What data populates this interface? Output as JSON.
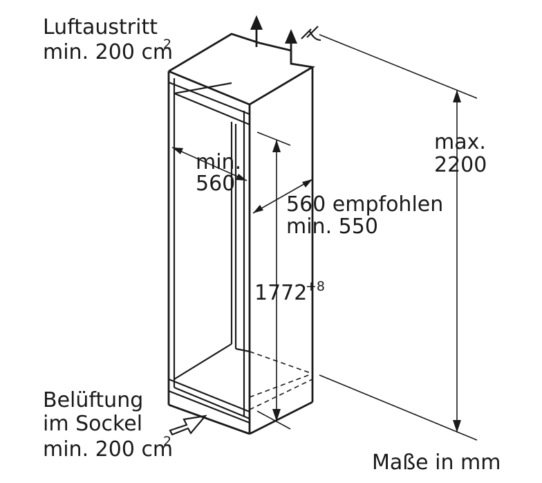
{
  "labels": {
    "air_outlet_line1": "Luftaustritt",
    "air_outlet_line2": "min. 200 cm",
    "air_outlet_exp": "2",
    "max_line1": "max.",
    "max_line2": "2200",
    "width_line1": "min.",
    "width_line2": "560",
    "depth_line1": "560 empfohlen",
    "depth_line2": "min. 550",
    "height_value": "1772",
    "height_tolerance": "+8",
    "ventilation_line1": "Belüftung",
    "ventilation_line2": "im Sockel",
    "ventilation_line3": "min. 200 cm",
    "ventilation_exp": "2",
    "units_note": "Maße in mm"
  },
  "icons": {
    "air_out": "up-arrow-icon",
    "air_in": "right-arrow-icon",
    "plug": "plug-icon"
  }
}
